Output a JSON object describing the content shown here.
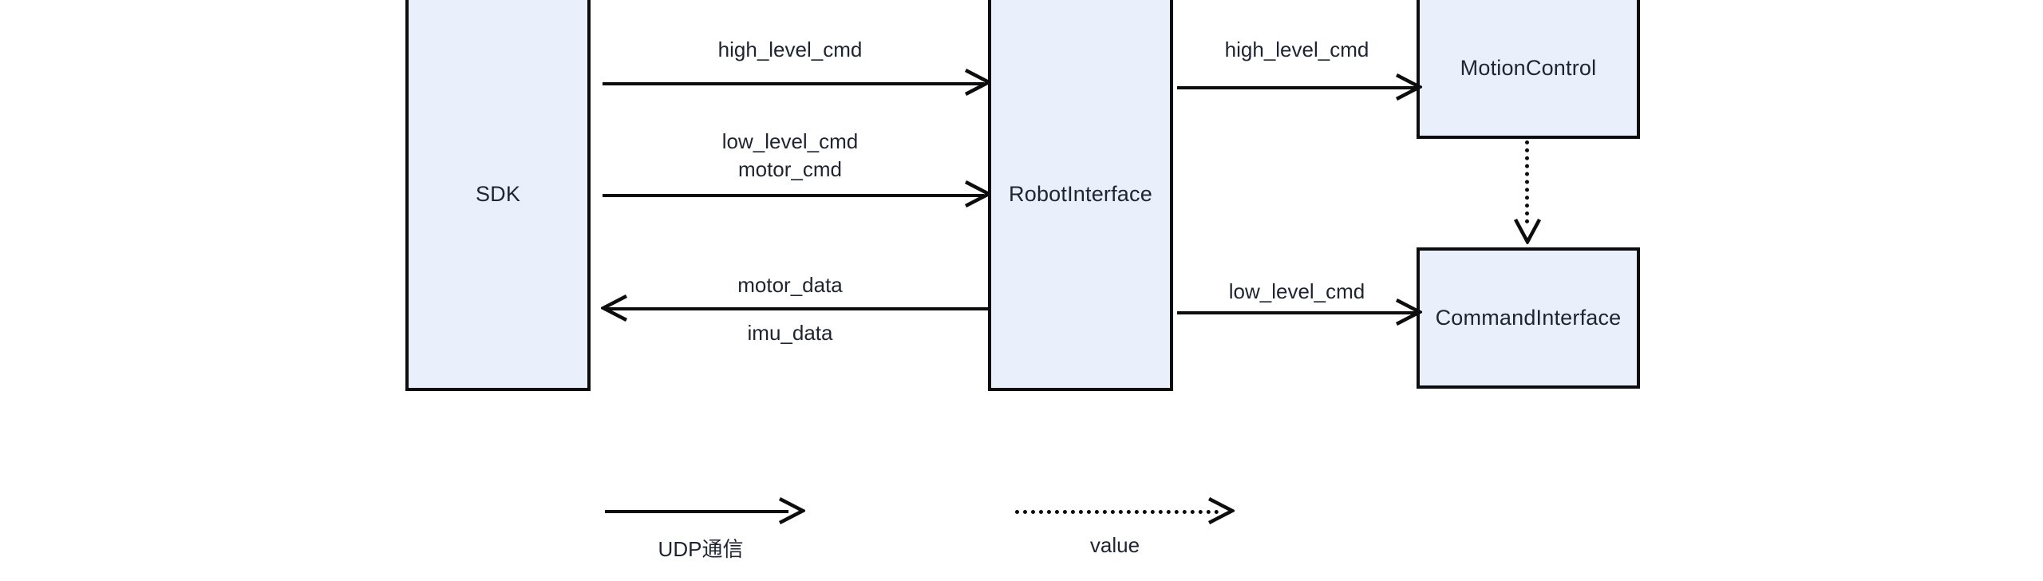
{
  "diagram": {
    "title": "",
    "colors": {
      "node_fill": "#eaf0fb",
      "node_border": "#0d0d0d",
      "edge": "#0d0d0d",
      "text": "#1f2430",
      "background": "#ffffff"
    },
    "nodes": [
      {
        "id": "sdk",
        "label": "SDK"
      },
      {
        "id": "robotinterface",
        "label": "RobotInterface"
      },
      {
        "id": "motioncontrol",
        "label": "MotionControl"
      },
      {
        "id": "commandinterface",
        "label": "CommandInterface"
      }
    ],
    "edges": [
      {
        "id": "sdk-to-ri-high",
        "from": "sdk",
        "to": "robotinterface",
        "label": "high_level_cmd",
        "style": "solid",
        "direction": "right"
      },
      {
        "id": "sdk-to-ri-low",
        "from": "sdk",
        "to": "robotinterface",
        "label_line1": "low_level_cmd",
        "label_line2": "motor_cmd",
        "style": "solid",
        "direction": "right"
      },
      {
        "id": "ri-to-sdk-data",
        "from": "robotinterface",
        "to": "sdk",
        "label_line1": "motor_data",
        "label_line2": "imu_data",
        "style": "solid",
        "direction": "left"
      },
      {
        "id": "ri-to-mc-high",
        "from": "robotinterface",
        "to": "motioncontrol",
        "label": "high_level_cmd",
        "style": "solid",
        "direction": "right"
      },
      {
        "id": "ri-to-ci-low",
        "from": "robotinterface",
        "to": "commandinterface",
        "label": "low_level_cmd",
        "style": "solid",
        "direction": "right"
      },
      {
        "id": "mc-to-ci-value",
        "from": "motioncontrol",
        "to": "commandinterface",
        "label": "",
        "style": "dotted",
        "direction": "down"
      }
    ],
    "legend": [
      {
        "id": "legend-udp",
        "label": "UDP通信",
        "style": "solid"
      },
      {
        "id": "legend-value",
        "label": "value",
        "style": "dotted"
      }
    ]
  }
}
